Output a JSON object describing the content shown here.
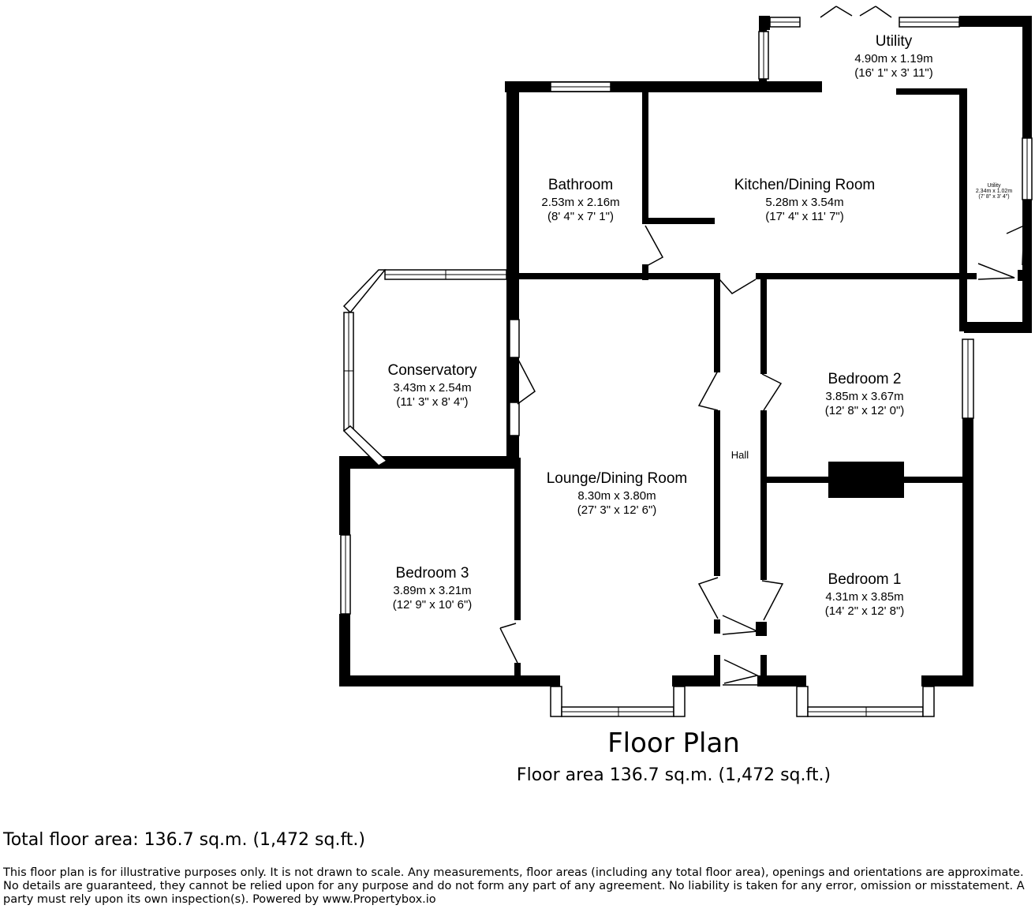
{
  "rooms": {
    "utility_main": {
      "name": "Utility",
      "metric": "4.90m x 1.19m",
      "imperial": "(16' 1\" x 3' 11\")"
    },
    "utility_small": {
      "name": "Utility",
      "metric": "2.34m x 1.02m",
      "imperial": "(7' 8\" x 3' 4\")"
    },
    "bathroom": {
      "name": "Bathroom",
      "metric": "2.53m x 2.16m",
      "imperial": "(8' 4\" x 7' 1\")"
    },
    "kitchen": {
      "name": "Kitchen/Dining Room",
      "metric": "5.28m x 3.54m",
      "imperial": "(17' 4\" x 11' 7\")"
    },
    "conservatory": {
      "name": "Conservatory",
      "metric": "3.43m x 2.54m",
      "imperial": "(11' 3\" x 8' 4\")"
    },
    "bedroom2": {
      "name": "Bedroom 2",
      "metric": "3.85m x 3.67m",
      "imperial": "(12' 8\" x 12' 0\")"
    },
    "hall": {
      "name": "Hall"
    },
    "lounge": {
      "name": "Lounge/Dining Room",
      "metric": "8.30m x 3.80m",
      "imperial": "(27' 3\" x 12' 6\")"
    },
    "bedroom3": {
      "name": "Bedroom 3",
      "metric": "3.89m x 3.21m",
      "imperial": "(12' 9\" x 10' 6\")"
    },
    "bedroom1": {
      "name": "Bedroom 1",
      "metric": "4.31m x 3.85m",
      "imperial": "(14' 2\" x 12' 8\")"
    }
  },
  "plan": {
    "title": "Floor Plan",
    "floor_area": "Floor area 136.7 sq.m. (1,472 sq.ft.)"
  },
  "footer": {
    "total": "Total floor area: 136.7 sq.m. (1,472 sq.ft.)",
    "disclaimer": "This floor plan is for illustrative purposes only. It is not drawn to scale. Any measurements, floor areas (including any total floor area), openings and orientations are approximate. No details are guaranteed, they cannot be relied upon for any purpose and do not form any part of any agreement. No liability is taken for any error, omission or misstatement. A party must rely upon its own inspection(s). Powered by www.Propertybox.io"
  }
}
